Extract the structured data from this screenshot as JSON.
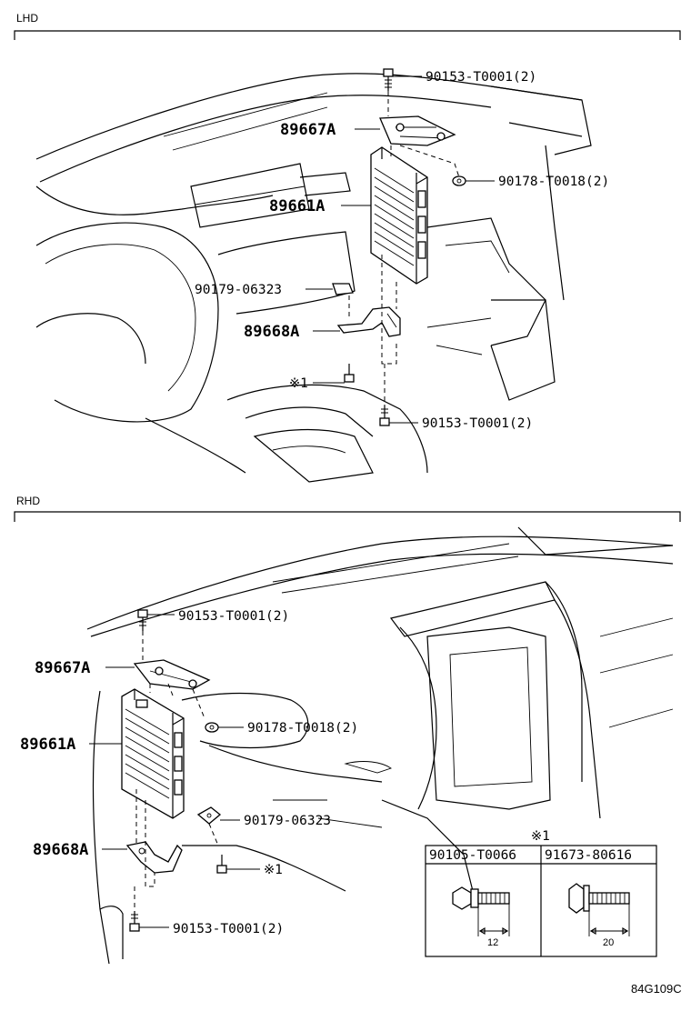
{
  "sections": {
    "lhd": {
      "title": "LHD",
      "labels": {
        "bolt_top": "90153-T0001(2)",
        "bracket": "89667A",
        "nut": "90178-T0018(2)",
        "ecu": "89661A",
        "clip": "90179-06323",
        "lower_bracket": "89668A",
        "note_ref": "※1",
        "bolt_bottom": "90153-T0001(2)"
      }
    },
    "rhd": {
      "title": "RHD",
      "labels": {
        "bolt_top": "90153-T0001(2)",
        "bracket": "89667A",
        "nut": "90178-T0018(2)",
        "ecu": "89661A",
        "clip": "90179-06323",
        "lower_bracket": "89668A",
        "note_ref": "※1",
        "bolt_bottom": "90153-T0001(2)"
      }
    }
  },
  "note_table": {
    "marker": "※1",
    "columns": [
      {
        "part": "90105-T0066",
        "length": "12"
      },
      {
        "part": "91673-80616",
        "length": "20"
      }
    ]
  },
  "diagram_code": "84G109C"
}
